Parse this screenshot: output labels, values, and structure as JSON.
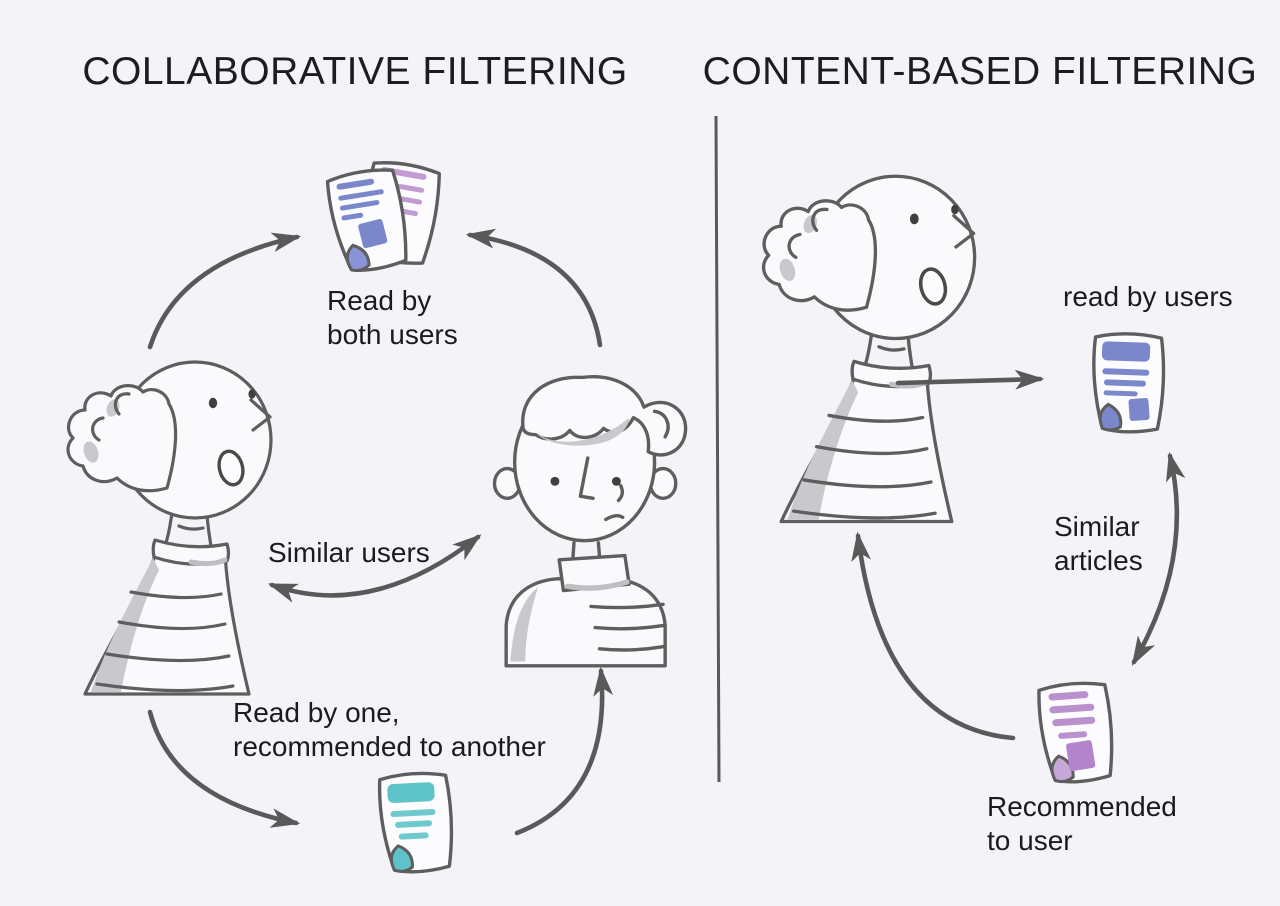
{
  "diagram": {
    "kind": "recommender-systems comparison diagram",
    "left_panel": {
      "title": "COLLABORATIVE FILTERING",
      "labels": {
        "read_by_both": "Read by\nboth users",
        "similar_users": "Similar users",
        "read_by_one": "Read by one,\nrecommended to another"
      }
    },
    "right_panel": {
      "title": "CONTENT-BASED FILTERING",
      "labels": {
        "read_by_users": "read by users",
        "similar_articles": "Similar\narticles",
        "recommended_to_user": "Recommended\nto user"
      }
    },
    "icons": [
      "read-documents-pair-icon",
      "user-left-icon",
      "user-right-icon",
      "recommended-document-teal-icon",
      "content-user-icon",
      "read-document-blue-icon",
      "recommended-document-purple-icon",
      "curved-arrow-icons",
      "panel-divider"
    ],
    "colors": {
      "background": "#f4f4f8",
      "ink_text": "#1d1d1f",
      "line_gray": "#595959",
      "outline_gray": "#5e5e5e",
      "shade_gray": "#c9c9cd",
      "doc_blue": "#7b87cb",
      "doc_purple": "#c29bd3",
      "doc_teal": "#5ec3c8",
      "paper_white": "#fcfcfe"
    }
  }
}
